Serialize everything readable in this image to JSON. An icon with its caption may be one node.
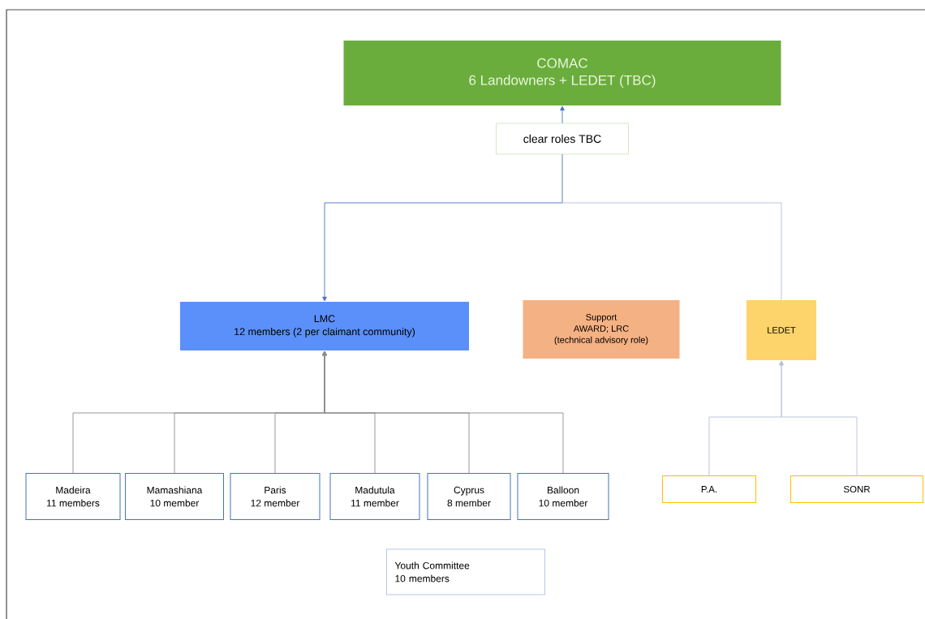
{
  "diagram": {
    "nodes": [
      {
        "text": [
          "COMAC",
          "6 Landowners + LEDET (TBC)"
        ]
      },
      {
        "text": [
          "clear roles TBC"
        ]
      },
      {
        "text": [
          "LMC",
          "12 members (2 per claimant community)"
        ]
      },
      {
        "text": [
          "Support",
          "AWARD; LRC",
          "(technical advisory role)"
        ]
      },
      {
        "text": [
          "LEDET"
        ]
      },
      {
        "text": [
          "Madeira",
          "11 members"
        ]
      },
      {
        "text": [
          "Mamashiana",
          "10 member"
        ]
      },
      {
        "text": [
          "Paris",
          "12 member"
        ]
      },
      {
        "text": [
          "Madutula",
          "11 member"
        ]
      },
      {
        "text": [
          "Cyprus",
          "8 member"
        ]
      },
      {
        "text": [
          "Balloon",
          "10 member"
        ]
      },
      {
        "text": [
          "Youth Committee",
          "10 members"
        ]
      },
      {
        "text": [
          "P.A."
        ]
      },
      {
        "text": [
          "SONR"
        ]
      }
    ],
    "edges": [
      {
        "from": 1,
        "to": 0,
        "arrow": "to",
        "color": "#4472c4"
      },
      {
        "from": 1,
        "to": 2,
        "arrow": "to",
        "color": "#4472c4"
      },
      {
        "from": 1,
        "to": 4,
        "arrow": "none",
        "color": "#b4bfd6"
      },
      {
        "from": 5,
        "to": 2,
        "arrow": "to",
        "color": "#8c8c8c"
      },
      {
        "from": 6,
        "to": 2,
        "arrow": "to",
        "color": "#8c8c8c"
      },
      {
        "from": 7,
        "to": 2,
        "arrow": "to",
        "color": "#8c8c8c"
      },
      {
        "from": 8,
        "to": 2,
        "arrow": "to",
        "color": "#8c8c8c"
      },
      {
        "from": 9,
        "to": 2,
        "arrow": "to",
        "color": "#8c8c8c"
      },
      {
        "from": 10,
        "to": 2,
        "arrow": "to",
        "color": "#8c8c8c"
      },
      {
        "from": 12,
        "to": 4,
        "arrow": "to",
        "color": "#b4bfd6"
      },
      {
        "from": 13,
        "to": 4,
        "arrow": "to",
        "color": "#b4bfd6"
      }
    ]
  }
}
